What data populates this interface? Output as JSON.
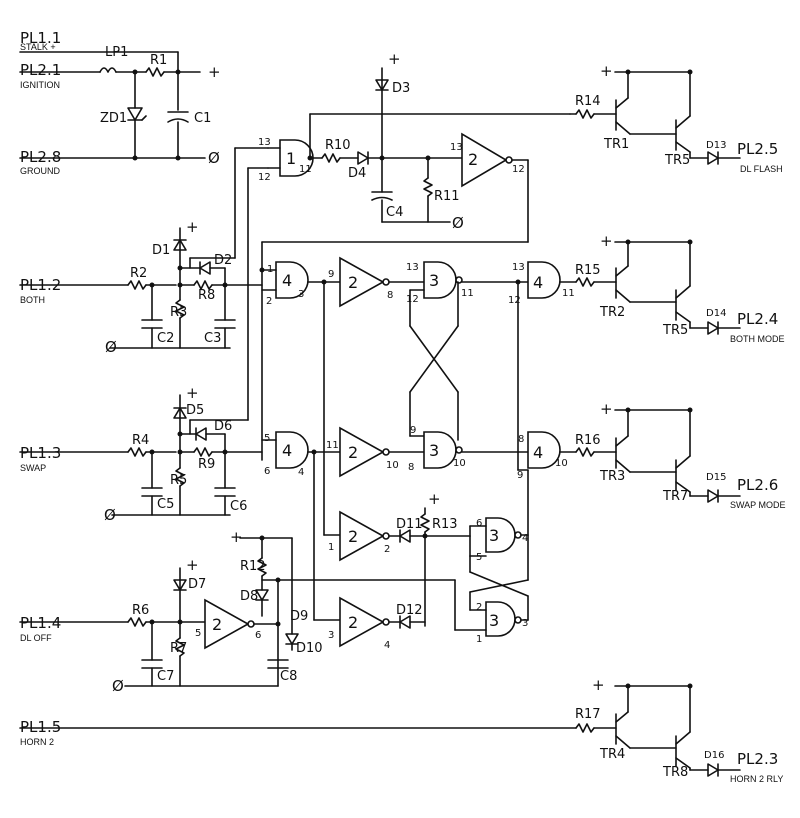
{
  "connectors": {
    "pl11": {
      "name": "PL1.1",
      "label": "STALK +"
    },
    "pl21": {
      "name": "PL2.1",
      "label": "IGNITION"
    },
    "pl28": {
      "name": "PL2.8",
      "label": "GROUND"
    },
    "pl12": {
      "name": "PL1.2",
      "label": "BOTH"
    },
    "pl13": {
      "name": "PL1.3",
      "label": "SWAP"
    },
    "pl14": {
      "name": "PL1.4",
      "label": "DL OFF"
    },
    "pl15": {
      "name": "PL1.5",
      "label": "HORN 2"
    },
    "pl25": {
      "name": "PL2.5",
      "label": "DL FLASH"
    },
    "pl24": {
      "name": "PL2.4",
      "label": "BOTH MODE"
    },
    "pl26": {
      "name": "PL2.6",
      "label": "SWAP MODE"
    },
    "pl23": {
      "name": "PL2.3",
      "label": "HORN 2 RLY"
    }
  },
  "components": {
    "lp1": "LP1",
    "r1": "R1",
    "zd1": "ZD1",
    "c1": "C1",
    "d1": "D1",
    "d2": "D2",
    "r2": "R2",
    "r3": "R3",
    "r8": "R8",
    "c2": "C2",
    "c3": "C3",
    "d5": "D5",
    "d6": "D6",
    "r4": "R4",
    "r5": "R5",
    "r9": "R9",
    "c5": "C5",
    "c6": "C6",
    "d7": "D7",
    "r6": "R6",
    "r7": "R7",
    "c7": "C7",
    "r12": "R12",
    "d8": "D8",
    "d9": "D9",
    "d10": "D10",
    "c8": "C8",
    "d3": "D3",
    "r10": "R10",
    "d4": "D4",
    "r11": "R11",
    "c4": "C4",
    "d11": "D11",
    "d12": "D12",
    "r13": "R13",
    "r14": "R14",
    "r15": "R15",
    "r16": "R16",
    "r17": "R17",
    "tr1": "TR1",
    "tr5a": "TR5",
    "tr2": "TR2",
    "tr5b": "TR5",
    "tr3": "TR3",
    "tr7": "TR7",
    "tr4": "TR4",
    "tr8": "TR8",
    "d13": "D13",
    "d14": "D14",
    "d15": "D15",
    "d16": "D16"
  },
  "symbols": {
    "plus": "+",
    "ground": "Ø"
  },
  "gates": {
    "g1": "1",
    "g2a": "2",
    "g4a": "4",
    "g2b": "2",
    "g3a": "3",
    "g4b": "4",
    "g4c": "4",
    "g2c": "2",
    "g3b": "3",
    "g4d": "4",
    "g2d": "2",
    "g3c": "3",
    "g2e": "2",
    "g3d": "3",
    "g2f": "2"
  },
  "pins": {
    "p13a": "13",
    "p12a": "12",
    "p11a": "11",
    "p13b": "13",
    "p12b": "12",
    "p1": "1",
    "p2": "2",
    "p3": "3",
    "p9": "9",
    "p8": "8",
    "p13c": "13",
    "p12c": "12",
    "p11b": "11",
    "p13d": "13",
    "p12d": "12",
    "p11c": "11",
    "p5": "5",
    "p6": "6",
    "p4": "4",
    "p11d": "11",
    "p10": "10",
    "p9b": "9",
    "p8b": "8",
    "p10b": "10",
    "p8c": "8",
    "p9c": "9",
    "p10c": "10",
    "p1b": "1",
    "p2b": "2",
    "p6b": "6",
    "p5b": "5",
    "p4b": "4",
    "p2c": "2",
    "p1c": "1",
    "p3b": "3",
    "p5c": "5",
    "p6c": "6",
    "p3c": "3",
    "p4c": "4"
  }
}
